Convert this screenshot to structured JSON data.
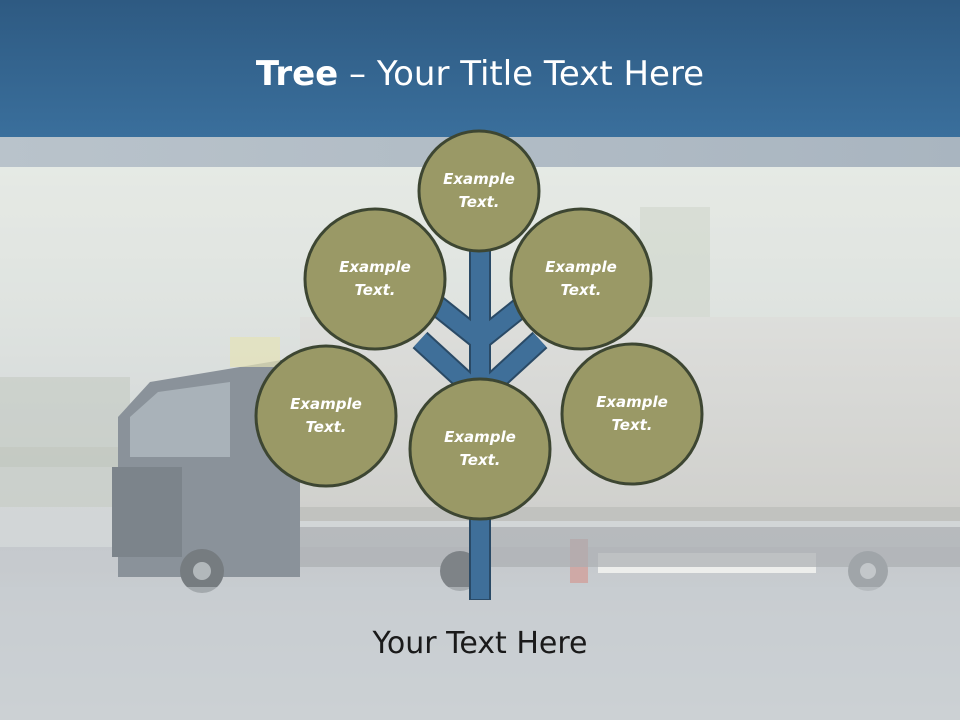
{
  "slide": {
    "title_bold": "Tree",
    "title_rest": " – Your Title Text Here",
    "footer": "Your Text Here"
  },
  "tree": {
    "nodes": [
      {
        "id": "top",
        "line1": "Example",
        "line2": "Text."
      },
      {
        "id": "upper-left",
        "line1": "Example",
        "line2": "Text."
      },
      {
        "id": "upper-right",
        "line1": "Example",
        "line2": "Text."
      },
      {
        "id": "lower-left",
        "line1": "Example",
        "line2": "Text."
      },
      {
        "id": "center",
        "line1": "Example",
        "line2": "Text."
      },
      {
        "id": "lower-right",
        "line1": "Example",
        "line2": "Text."
      }
    ]
  },
  "colors": {
    "header": "#3a6f9c",
    "bubble_fill": "#9a9966",
    "bubble_stroke": "#3d4632",
    "trunk": "#3f6f99",
    "trunk_stroke": "#2a4a66"
  }
}
